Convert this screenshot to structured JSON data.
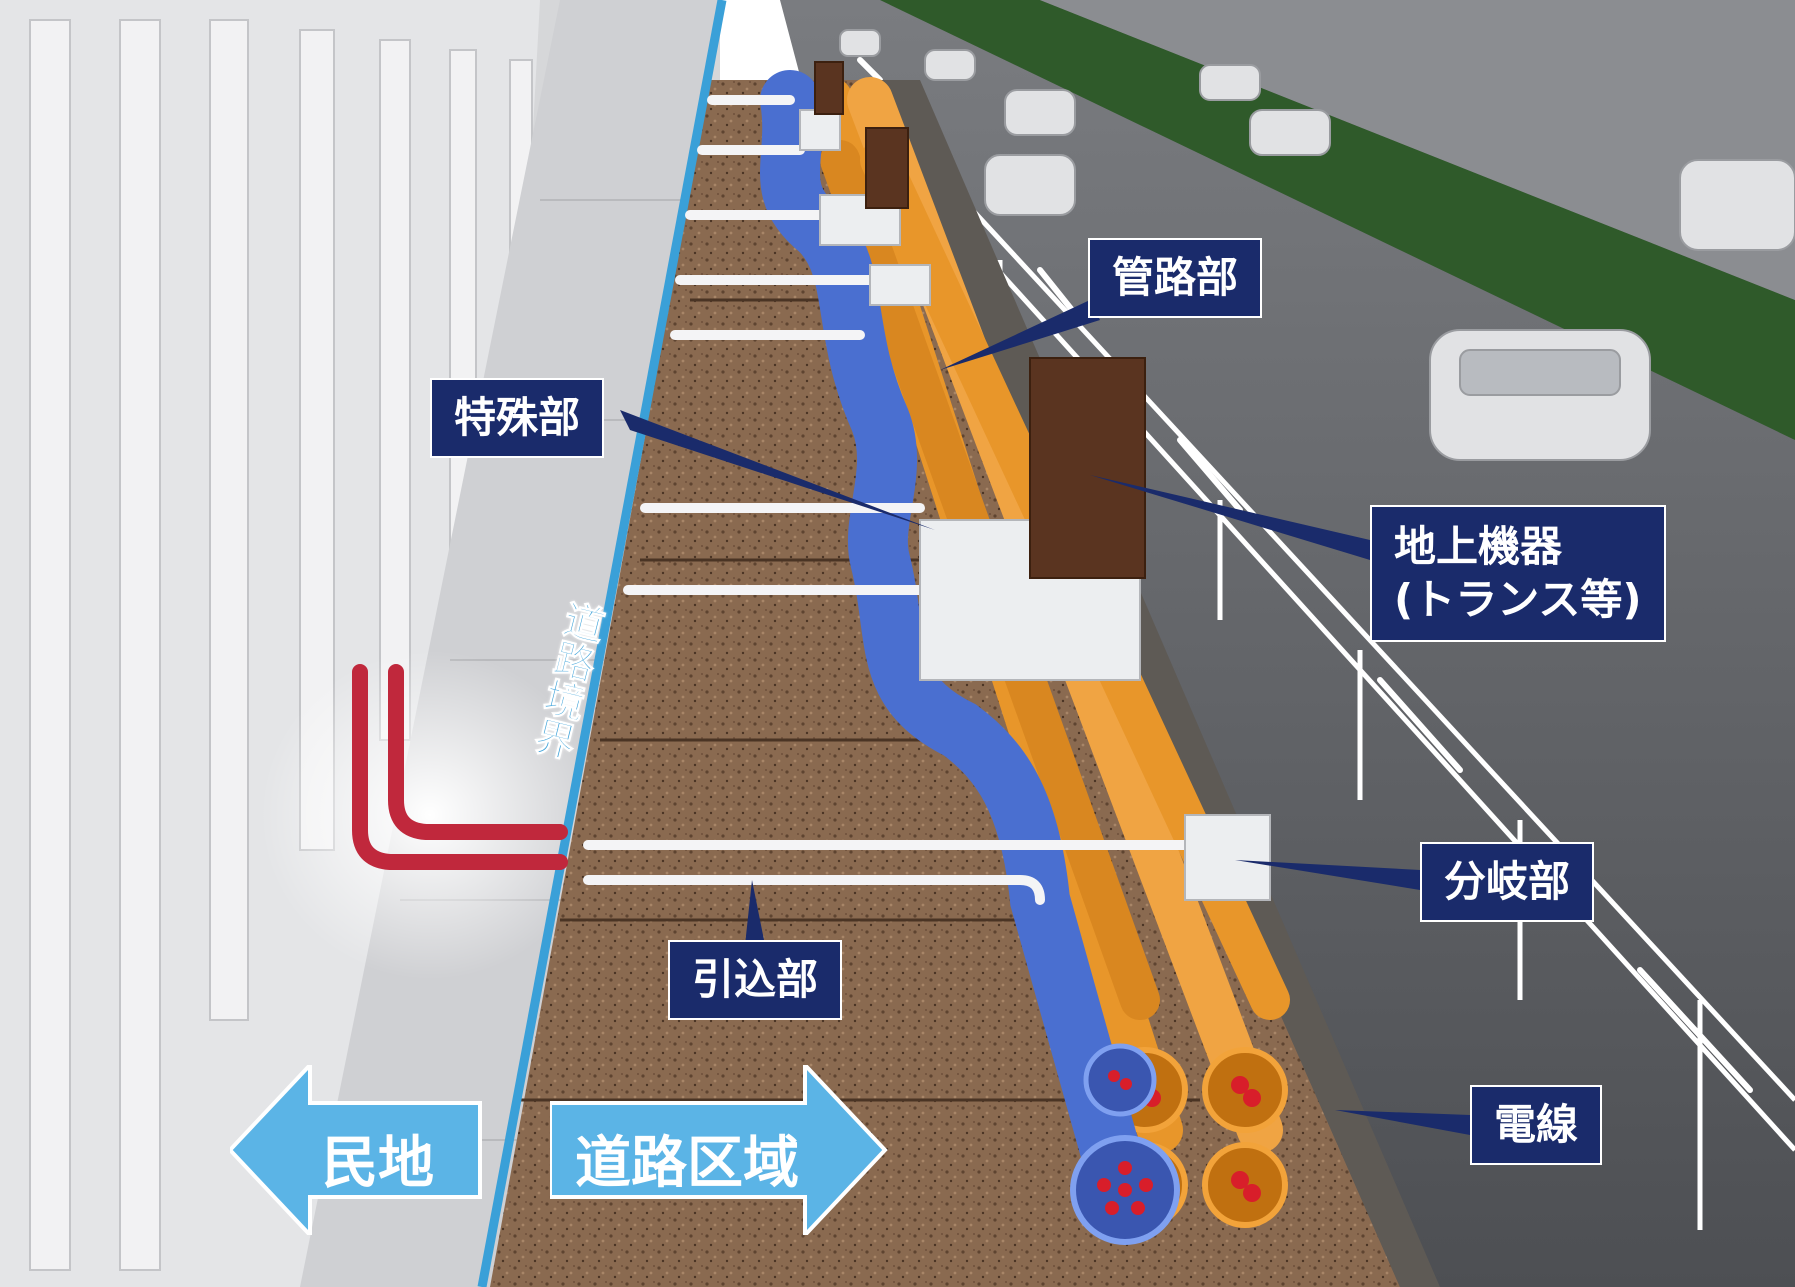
{
  "labels": {
    "kanro": "管路部",
    "tokushu": "特殊部",
    "chijo_line1": "地上機器",
    "chijo_line2": "(トランス等)",
    "bunki": "分岐部",
    "hikikomi": "引込部",
    "densen": "電線",
    "road_boundary": "道路境界"
  },
  "arrows": {
    "private_land": "民地",
    "road_area": "道路区域"
  },
  "colors": {
    "label_bg": "#1a2b6b",
    "arrow_blue": "#5bb4e6",
    "boundary_line": "#3aa0d8",
    "conduit_orange": "#e8962a",
    "conduit_blue": "#4a6fd0",
    "service_red": "#c0283c",
    "ground_brown": "#8a6a50",
    "equipment_brown": "#5a3420"
  }
}
